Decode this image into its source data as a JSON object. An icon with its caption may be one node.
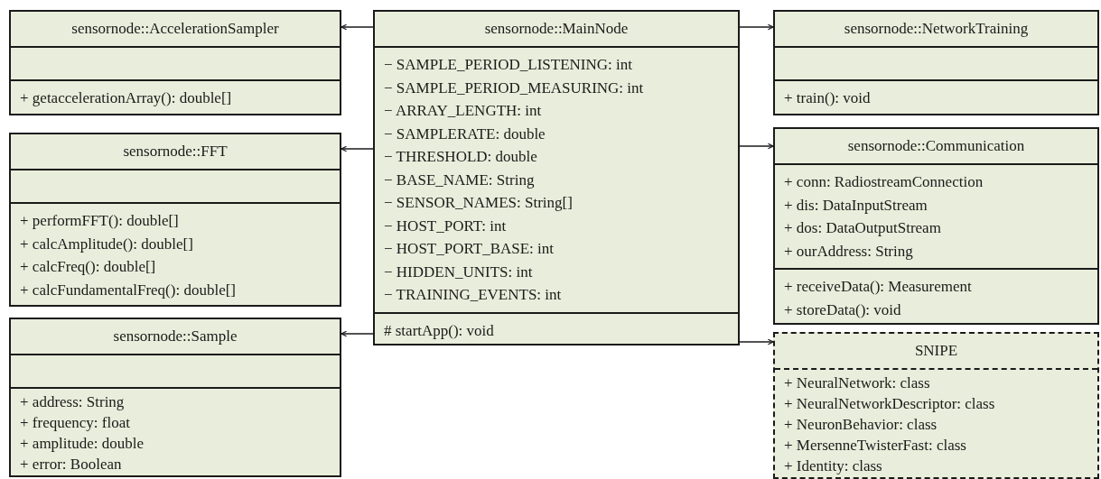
{
  "diagram": {
    "nodes": [
      {
        "text": [
          "sensornode::AccelerationSampler",
          "+ getaccelerationArray(): double[]"
        ]
      },
      {
        "text": [
          "sensornode::MainNode",
          "− SAMPLE_PERIOD_LISTENING: int",
          "− SAMPLE_PERIOD_MEASURING: int",
          "− ARRAY_LENGTH: int",
          "− SAMPLERATE: double",
          "− THRESHOLD: double",
          "− BASE_NAME: String",
          "− SENSOR_NAMES: String[]",
          "− HOST_PORT: int",
          "− HOST_PORT_BASE: int",
          "− HIDDEN_UNITS: int",
          "− TRAINING_EVENTS: int",
          "# startApp(): void"
        ]
      },
      {
        "text": [
          "sensornode::NetworkTraining",
          "+ train(): void"
        ]
      },
      {
        "text": [
          "sensornode::FFT",
          "+ performFFT(): double[]",
          "+ calcAmplitude(): double[]",
          "+ calcFreq(): double[]",
          "+ calcFundamentalFreq(): double[]"
        ]
      },
      {
        "text": [
          "sensornode::Communication",
          "+ conn: RadiostreamConnection",
          "+ dis: DataInputStream",
          "+ dos: DataOutputStream",
          "+ ourAddress: String",
          "+ receiveData(): Measurement",
          "+ storeData(): void"
        ]
      },
      {
        "text": [
          "sensornode::Sample",
          "+ address: String",
          "+ frequency: float",
          "+ amplitude: double",
          "+ error: Boolean"
        ]
      },
      {
        "text": [
          "SNIPE",
          "+ NeuralNetwork: class",
          "+ NeuralNetworkDescriptor: class",
          "+ NeuronBehavior: class",
          "+ MersenneTwisterFast: class",
          "+ Identity: class"
        ]
      }
    ],
    "edges": [
      {
        "from": 1,
        "to": 0,
        "arrow": "to"
      },
      {
        "from": 1,
        "to": 2,
        "arrow": "to"
      },
      {
        "from": 1,
        "to": 3,
        "arrow": "to"
      },
      {
        "from": 1,
        "to": 4,
        "arrow": "to"
      },
      {
        "from": 1,
        "to": 5,
        "arrow": "to"
      },
      {
        "from": 1,
        "to": 6,
        "arrow": "to"
      }
    ]
  }
}
